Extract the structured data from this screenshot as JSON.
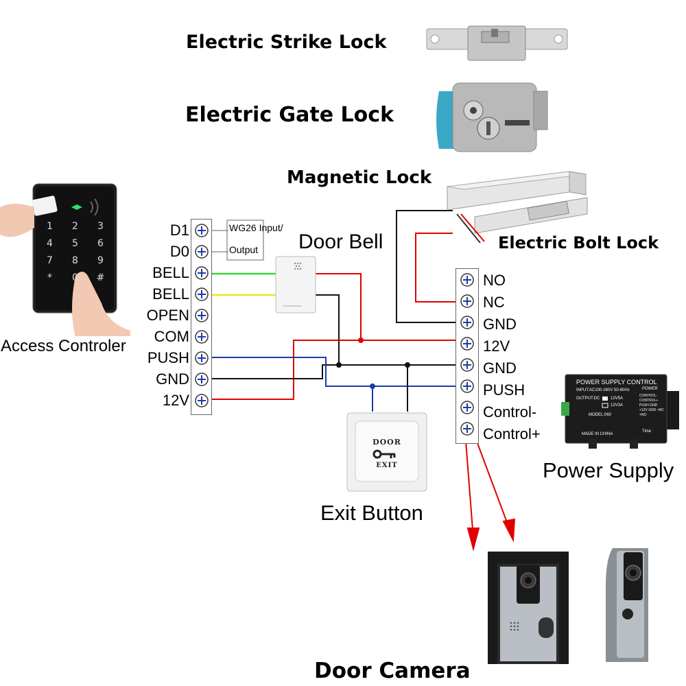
{
  "titles": {
    "strike_lock": "Electric Strike Lock",
    "gate_lock": "Electric Gate Lock",
    "magnetic_lock": "Magnetic Lock",
    "bolt_lock": "Electric Bolt Lock",
    "door_bell": "Door Bell",
    "access_controller": "Access Controler",
    "power_supply": "Power Supply",
    "exit_button": "Exit Button",
    "door_camera": "Door Camera"
  },
  "wg26": {
    "line1": "WG26 Input/",
    "line2": "Output"
  },
  "controller_terminals": [
    "D1",
    "D0",
    "BELL",
    "BELL",
    "OPEN",
    "COM",
    "PUSH",
    "GND",
    "12V"
  ],
  "power_terminals": [
    "NO",
    "NC",
    "GND",
    "12V",
    "GND",
    "PUSH",
    "Control-",
    "Control+"
  ],
  "keypad": {
    "keys": [
      "1",
      "2",
      "3",
      "4",
      "5",
      "6",
      "7",
      "8",
      "9",
      "*",
      "0",
      "#"
    ]
  },
  "exit_plate": {
    "line1": "DOOR",
    "line2": "EXIT"
  },
  "psu_label": {
    "title": "POWER SUPPLY CONTROL",
    "power": "POWER",
    "input": "INPUT:AC100-260V 50-60Hz",
    "output": "OUTPUT:DC",
    "opt1": "12V5A",
    "opt2": "12V3A",
    "model": "MODEL:060",
    "made": "MADE IN CHINA",
    "time": "Time",
    "side": "CONTROL- CONTROL+ PUSH GND +12V GND +NC +NO"
  },
  "colors": {
    "red": "#e00000",
    "green": "#39d43a",
    "yellow": "#f2e21a",
    "blue": "#1b3aa8",
    "black": "#111111"
  }
}
